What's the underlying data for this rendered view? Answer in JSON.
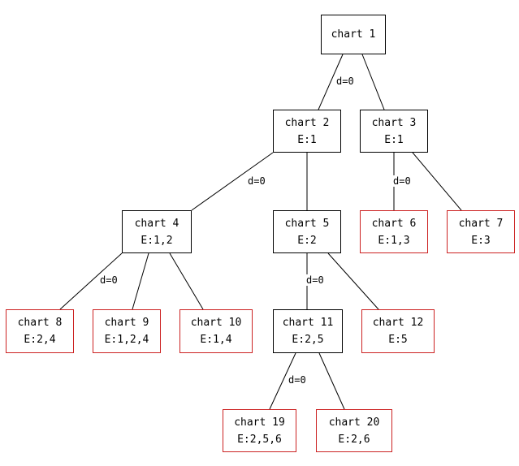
{
  "leaf_border_color": "#cc2222",
  "internal_border_color": "#000000",
  "nodes": {
    "n1": {
      "name": "chart 1",
      "eq": ""
    },
    "n2": {
      "name": "chart 2",
      "eq": "E:1"
    },
    "n3": {
      "name": "chart 3",
      "eq": "E:1"
    },
    "n4": {
      "name": "chart 4",
      "eq": "E:1,2"
    },
    "n5": {
      "name": "chart 5",
      "eq": "E:2"
    },
    "n6": {
      "name": "chart 6",
      "eq": "E:1,3"
    },
    "n7": {
      "name": "chart 7",
      "eq": "E:3"
    },
    "n8": {
      "name": "chart 8",
      "eq": "E:2,4"
    },
    "n9": {
      "name": "chart 9",
      "eq": "E:1,2,4"
    },
    "n10": {
      "name": "chart 10",
      "eq": "E:1,4"
    },
    "n11": {
      "name": "chart 11",
      "eq": "E:2,5"
    },
    "n12": {
      "name": "chart 12",
      "eq": "E:5"
    },
    "n19": {
      "name": "chart 19",
      "eq": "E:2,5,6"
    },
    "n20": {
      "name": "chart 20",
      "eq": "E:2,6"
    }
  },
  "edge_labels": {
    "e1_2": "d=0",
    "e2_4": "d=0",
    "e3_6": "d=0",
    "e4_8": "d=0",
    "e5_11": "d=0",
    "e11_19": "d=0"
  }
}
